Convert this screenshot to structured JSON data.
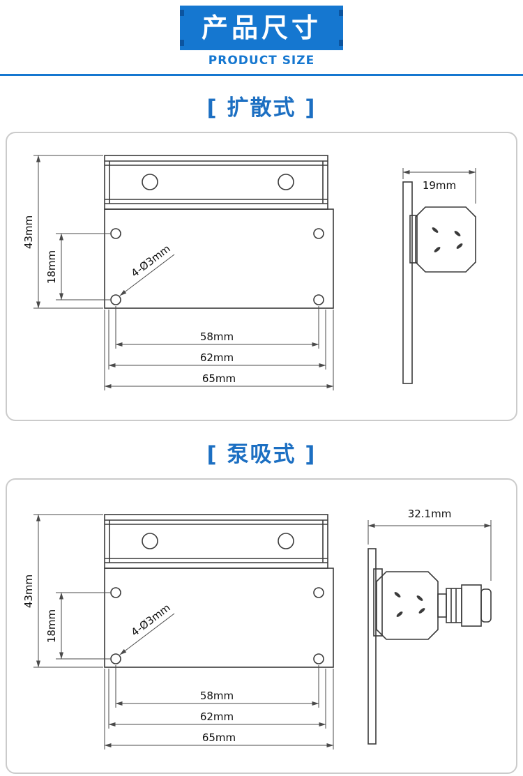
{
  "header": {
    "title": "产品尺寸",
    "subtitle": "PRODUCT SIZE"
  },
  "sections": [
    {
      "title": "[ 扩散式 ]",
      "front": {
        "dim_total_height": "43mm",
        "dim_hole_spacing_v": "18mm",
        "hole_label": "4-Ø3mm",
        "dim_hole_spacing_h": "58mm",
        "dim_rail_width": "62mm",
        "dim_total_width": "65mm"
      },
      "side": {
        "dim_depth": "19mm"
      }
    },
    {
      "title": "[ 泵吸式 ]",
      "front": {
        "dim_total_height": "43mm",
        "dim_hole_spacing_v": "18mm",
        "hole_label": "4-Ø3mm",
        "dim_hole_spacing_h": "58mm",
        "dim_rail_width": "62mm",
        "dim_total_width": "65mm"
      },
      "side": {
        "dim_depth": "32.1mm"
      }
    }
  ],
  "colors": {
    "accent_blue": "#1577d0",
    "banner_notch": "#0c549f",
    "drawing_stroke": "#3a3a3a",
    "panel_border": "#cbcbcb"
  }
}
